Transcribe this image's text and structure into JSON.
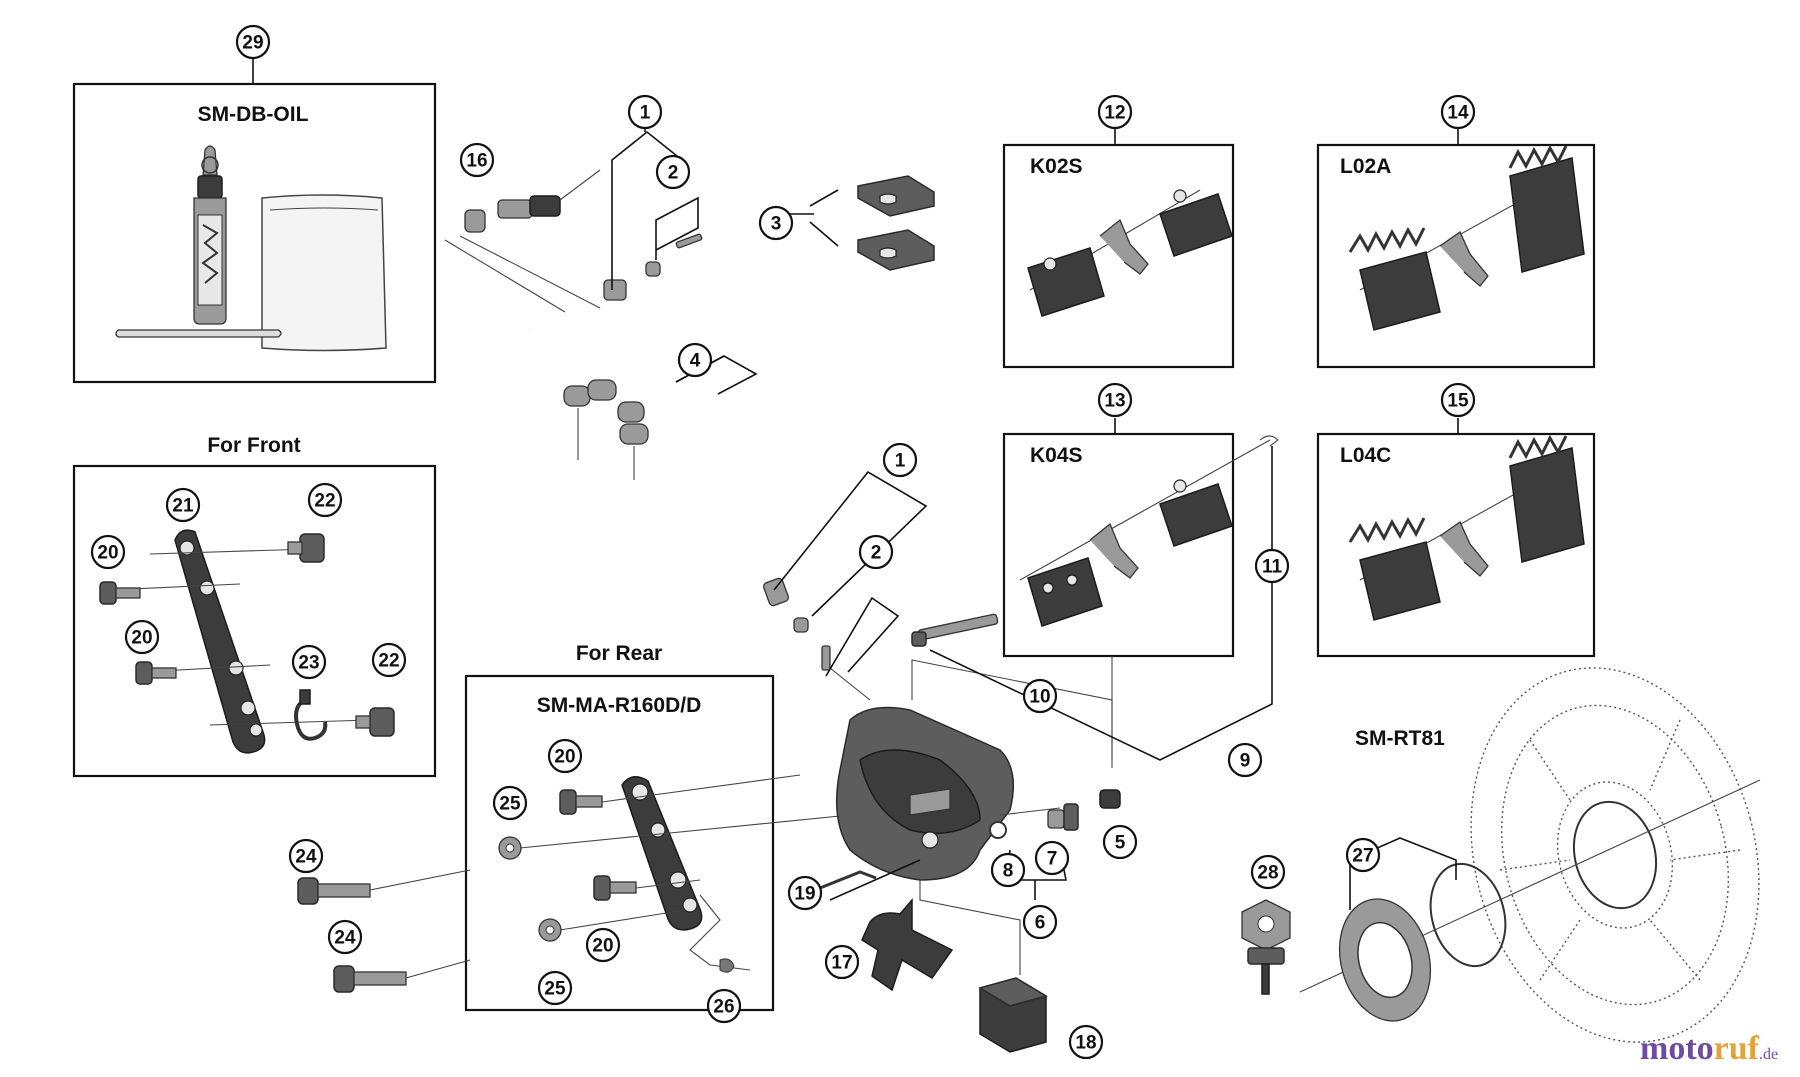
{
  "labels": {
    "sm_db_oil": "SM-DB-OIL",
    "for_front": "For Front",
    "for_rear": "For Rear",
    "sm_ma_r160": "SM-MA-R160D/D",
    "pad_k02s": "K02S",
    "pad_l02a": "L02A",
    "pad_k04s": "K04S",
    "pad_l04c": "L04C",
    "sm_rt81": "SM-RT81"
  },
  "callouts": [
    "29",
    "1",
    "2",
    "16",
    "3",
    "4",
    "12",
    "14",
    "13",
    "15",
    "1",
    "2",
    "11",
    "10",
    "9",
    "21",
    "22",
    "20",
    "20",
    "23",
    "22",
    "20",
    "25",
    "24",
    "24",
    "20",
    "25",
    "26",
    "5",
    "7",
    "8",
    "6",
    "19",
    "17",
    "18",
    "28",
    "27"
  ],
  "watermark": {
    "brand_a": "moto",
    "brand_b": "ruf",
    "tld": ".de"
  }
}
